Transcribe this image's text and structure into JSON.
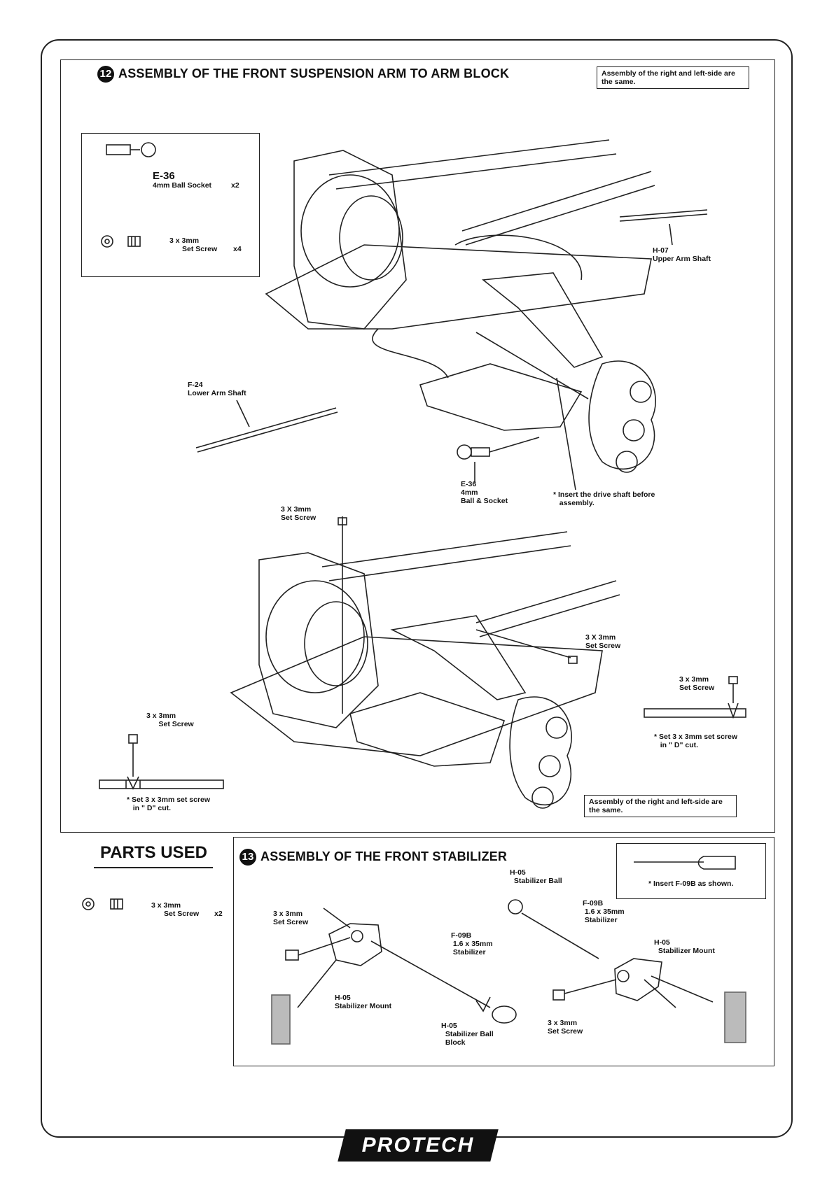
{
  "step12": {
    "number": "12",
    "title": "ASSEMBLY OF THE FRONT SUSPENSION ARM TO ARM BLOCK",
    "note_top": "Assembly of the right and left-side are\nthe same.",
    "note_bottom": "Assembly of the right and left-side are\nthe same.",
    "parts": {
      "e36_code": "E-36",
      "e36_desc": "4mm Ball Socket",
      "e36_qty": "x2",
      "screw_size": "3 x 3mm",
      "screw_desc": "Set Screw",
      "screw_qty": "x4"
    },
    "labels": {
      "h07": "H-07\nUpper Arm Shaft",
      "f24": "F-24\nLower Arm Shaft",
      "e36": "E-36\n4mm\nBall & Socket",
      "drive_note": "* Insert the drive shaft before\n   assembly.",
      "set_screw_top": "3 X 3mm\nSet Screw",
      "set_screw_right": "3 X 3mm\nSet Screw",
      "set_screw_left": "3 x 3mm\n      Set Screw",
      "left_dcut": "* Set 3 x 3mm set screw\n   in \" D\" cut.",
      "set_screw_right2": "3 x 3mm\nSet Screw",
      "right_dcut": "* Set 3 x 3mm set screw\n   in \" D\" cut."
    }
  },
  "parts_used": {
    "heading": "PARTS USED",
    "screw_size": "3 x 3mm",
    "screw_desc": "Set Screw",
    "screw_qty": "x2"
  },
  "step13": {
    "number": "13",
    "title": "ASSEMBLY OF THE FRONT STABILIZER",
    "insert_note": "* Insert F-09B as shown.",
    "labels": {
      "h05_ball": "H-05\n  Stabilizer Ball",
      "f09b_right": "F-09B\n 1.6 x 35mm\n Stabilizer",
      "h05_mount_right": "H-05\n  Stabilizer Mount",
      "screw_right": "3 x 3mm\nSet Screw",
      "screw_left": "3 x 3mm\nSet Screw",
      "f09b_left": "F-09B\n 1.6 x 35mm\n Stabilizer",
      "h05_mount_left": "H-05\nStabilizer Mount",
      "h05_block": "H-05\n  Stabilizer Ball\n  Block"
    }
  },
  "brand": "PROTECH"
}
